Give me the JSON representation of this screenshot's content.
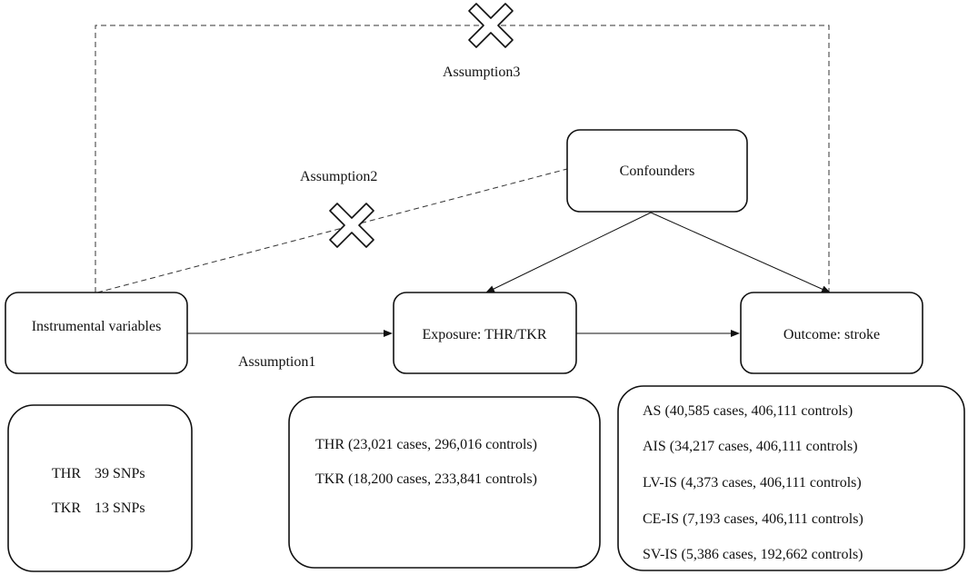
{
  "nodes": {
    "instrumental": "Instrumental variables",
    "exposure": "Exposure: THR/TKR",
    "outcome": "Outcome: stroke",
    "confounders": "Confounders"
  },
  "assumptions": {
    "a1": "Assumption1",
    "a2": "Assumption2",
    "a3": "Assumption3"
  },
  "instruments_box": {
    "rows": [
      {
        "label": "THR",
        "value": "39 SNPs"
      },
      {
        "label": "TKR",
        "value": "13 SNPs"
      }
    ]
  },
  "exposure_box": {
    "lines": [
      "THR (23,021 cases, 296,016 controls)",
      "TKR (18,200 cases, 233,841 controls)"
    ]
  },
  "outcome_box": {
    "lines": [
      "AS (40,585 cases, 406,111 controls)",
      "AIS (34,217 cases, 406,111 controls)",
      "LV-IS (4,373 cases, 406,111 controls)",
      "CE-IS (7,193 cases, 406,111 controls)",
      "SV-IS (5,386 cases, 192,662 controls)"
    ]
  }
}
